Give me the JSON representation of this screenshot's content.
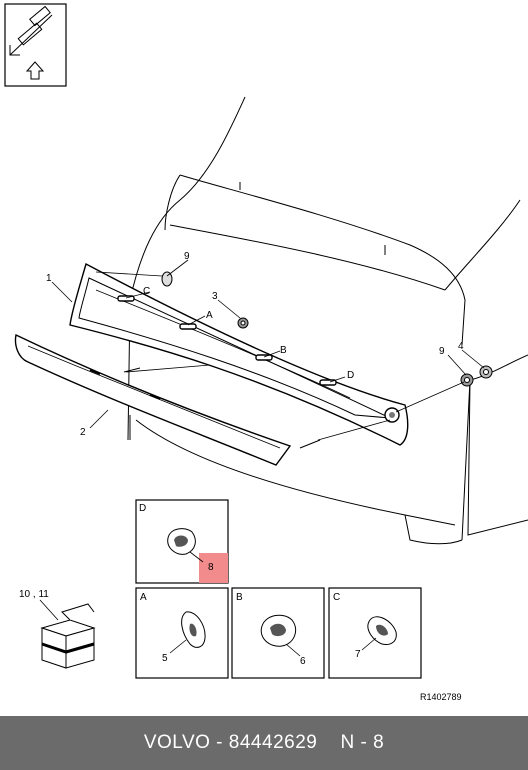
{
  "diagram": {
    "callouts": {
      "c1": "1",
      "c2": "2",
      "c3": "3",
      "c4": "4",
      "c9a": "9",
      "c9b": "9",
      "cA": "A",
      "cB": "B",
      "cC": "C",
      "cD": "D"
    },
    "details": {
      "D": {
        "letter": "D",
        "part": "8",
        "highlight": "#f28b8b"
      },
      "A": {
        "letter": "A",
        "part": "5"
      },
      "B": {
        "letter": "B",
        "part": "6"
      },
      "C": {
        "letter": "C",
        "part": "7"
      }
    },
    "box_label": "10 , 11",
    "ref_code": "R1402789"
  },
  "footer": {
    "brand": "VOLVO",
    "separator": " - ",
    "part_number": "84442629",
    "page": "N - 8"
  },
  "colors": {
    "footer_bg": "#6b6b6b",
    "footer_text": "#ffffff"
  }
}
